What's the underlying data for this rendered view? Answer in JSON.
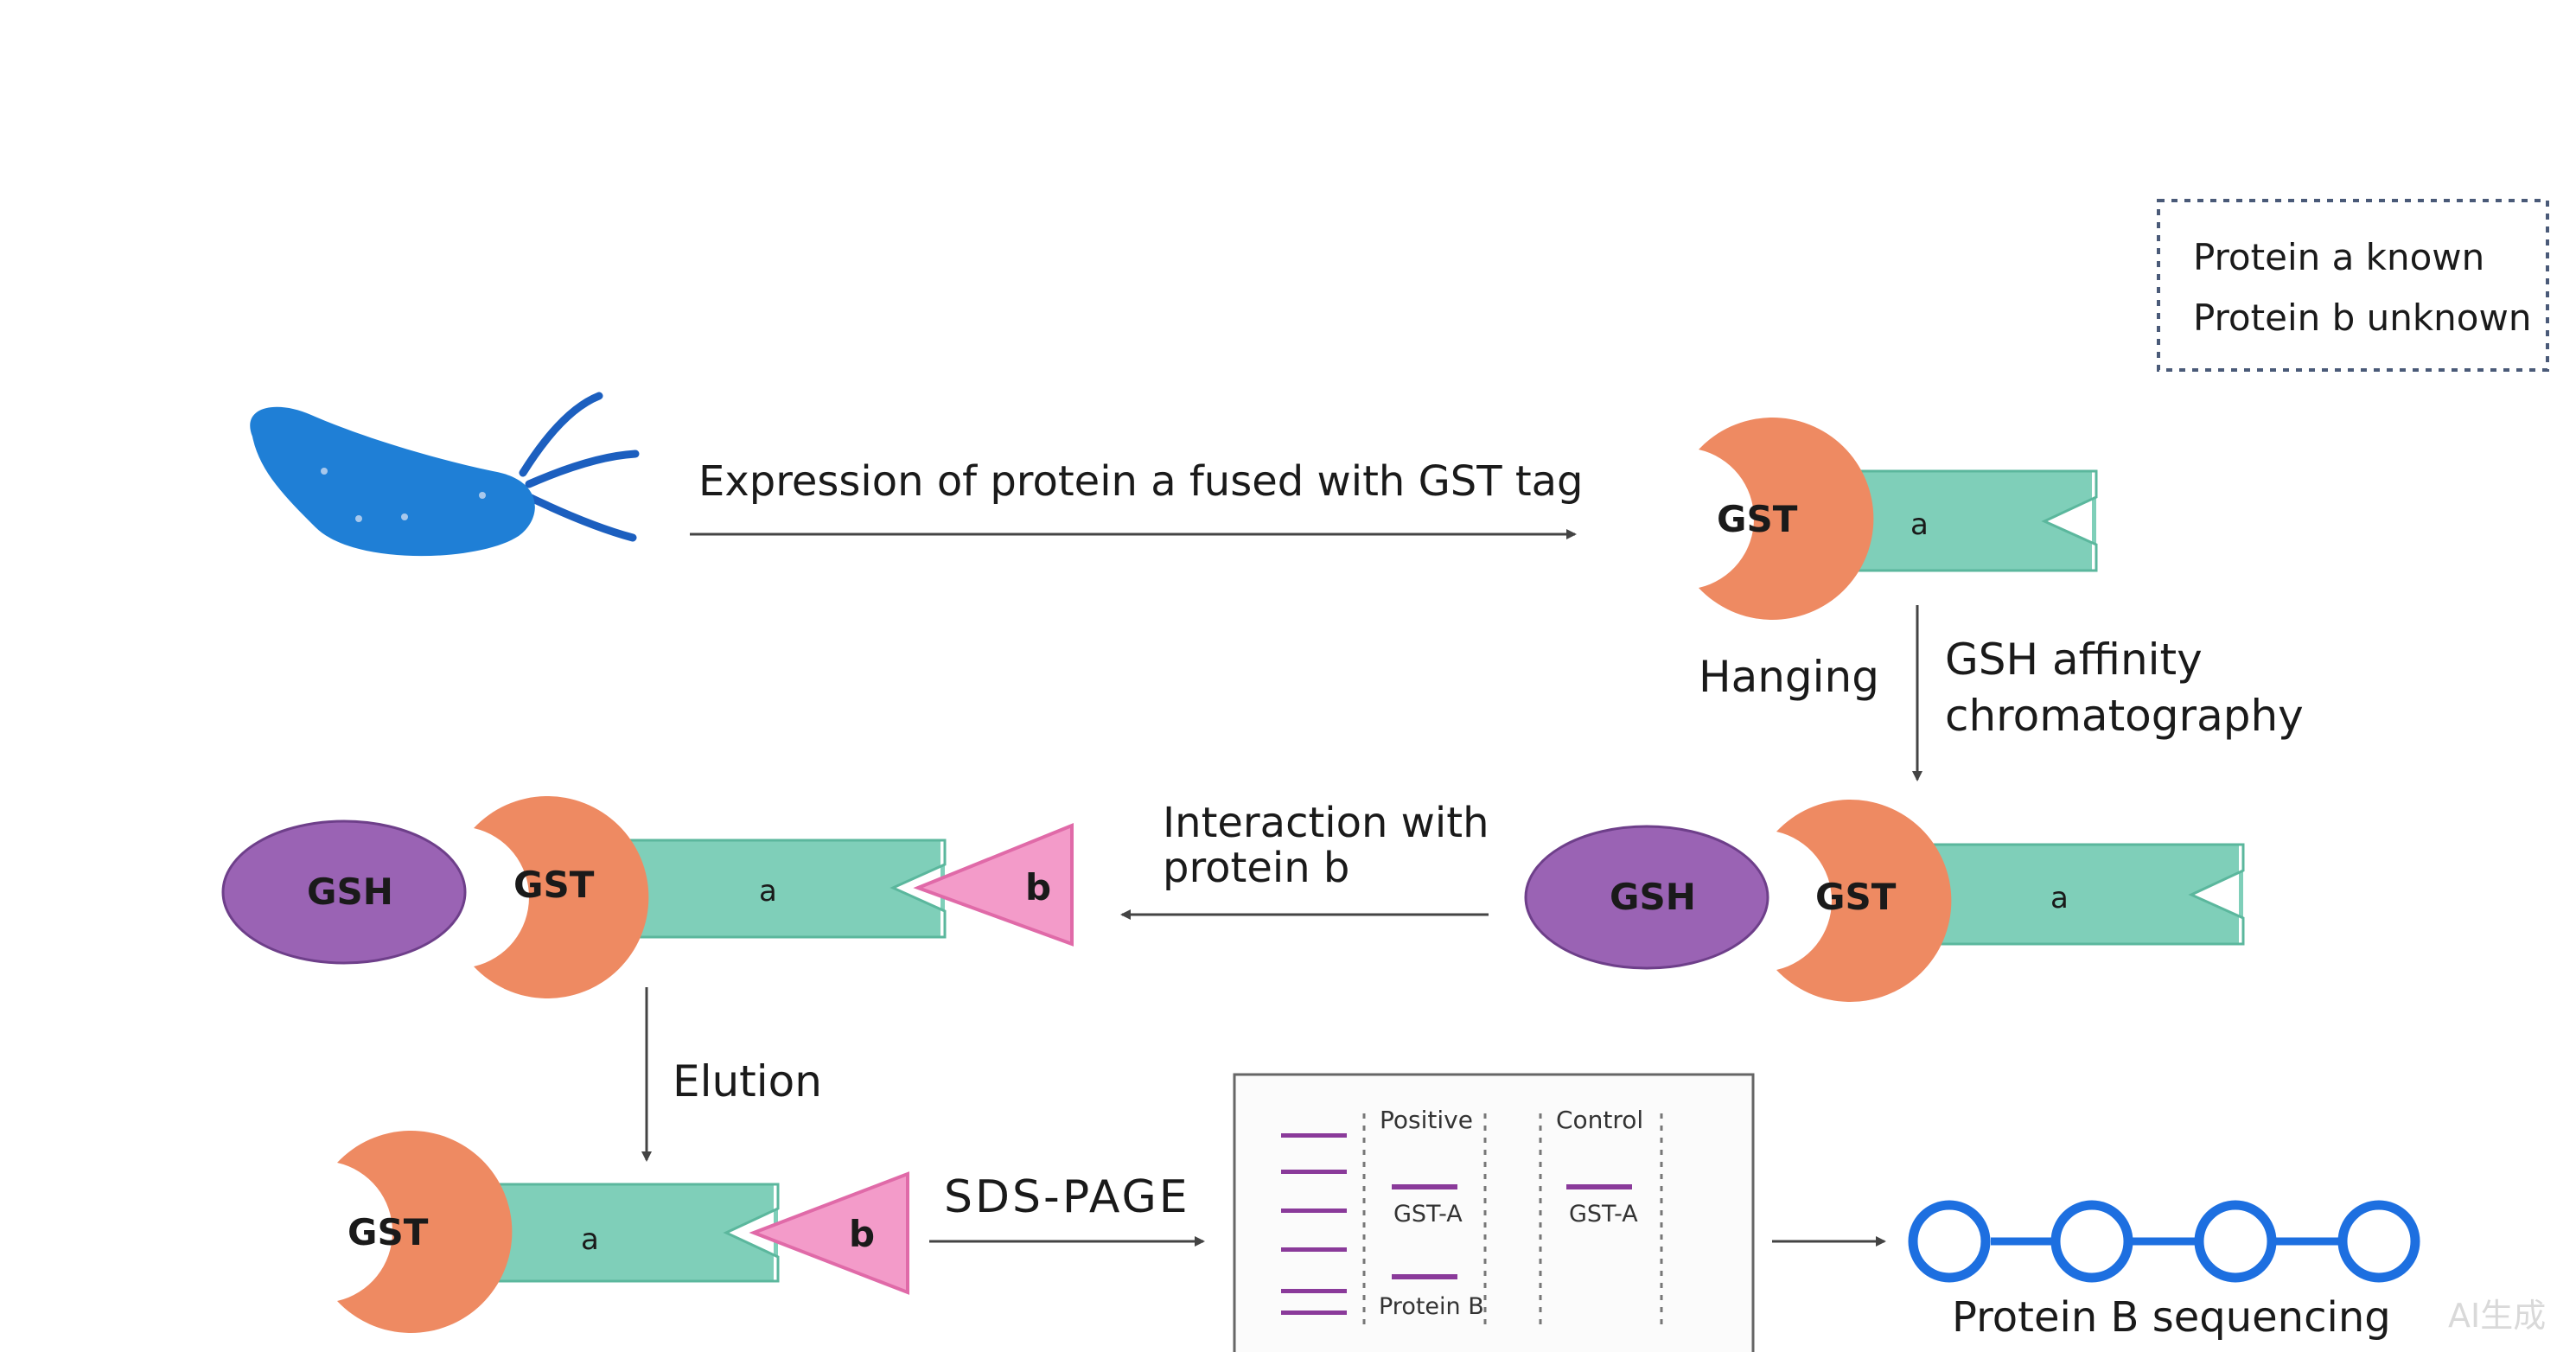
{
  "legend": {
    "line1": "Protein a known",
    "line2": "Protein b unknown"
  },
  "steps": {
    "expression": "Expression of protein a fused with GST tag",
    "hanging": "Hanging",
    "affinity_line1": "GSH affinity",
    "affinity_line2": "chromatography",
    "interaction_line1": "Interaction with",
    "interaction_line2": "protein b",
    "elution": "Elution",
    "sds_page": "SDS-PAGE",
    "sequencing": "Protein B sequencing"
  },
  "molecules": {
    "gst": "GST",
    "gsh": "GSH",
    "protein_a": "a",
    "protein_b": "b"
  },
  "gel": {
    "lane_positive": "Positive",
    "lane_control": "Control",
    "band_gst_a_positive": "GST-A",
    "band_gst_a_control": "GST-A",
    "band_protein_b": "Protein B"
  },
  "watermark": "AI生成",
  "colors": {
    "bacterium": "#1f7fd6",
    "flagella": "#1c5fbf",
    "gst": "#ee8a62",
    "protein_a": "#7fcfb9",
    "protein_b": "#f39bc9",
    "gsh": "#9a63b4",
    "ladder": "#8a3a9a",
    "bead_ring": "#1d6fe0"
  }
}
